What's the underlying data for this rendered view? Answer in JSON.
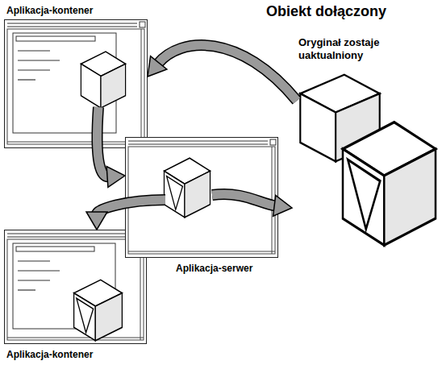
{
  "diagram": {
    "title": "Obiekt dołączony",
    "nodes": [
      {
        "text": [
          "Aplikacja-kontener"
        ]
      },
      {
        "text": [
          "Aplikacja-serwer"
        ]
      },
      {
        "text": [
          "Aplikacja-kontener"
        ]
      },
      {
        "text": [
          "Oryginał zostaje uaktualniony"
        ]
      }
    ],
    "edges": [
      {
        "from": 3,
        "to": 0,
        "arrow": "to"
      },
      {
        "from": 0,
        "to": 1,
        "arrow": "to"
      },
      {
        "from": 1,
        "to": 3,
        "arrow": "to"
      },
      {
        "from": 1,
        "to": 2,
        "arrow": "to"
      }
    ]
  }
}
